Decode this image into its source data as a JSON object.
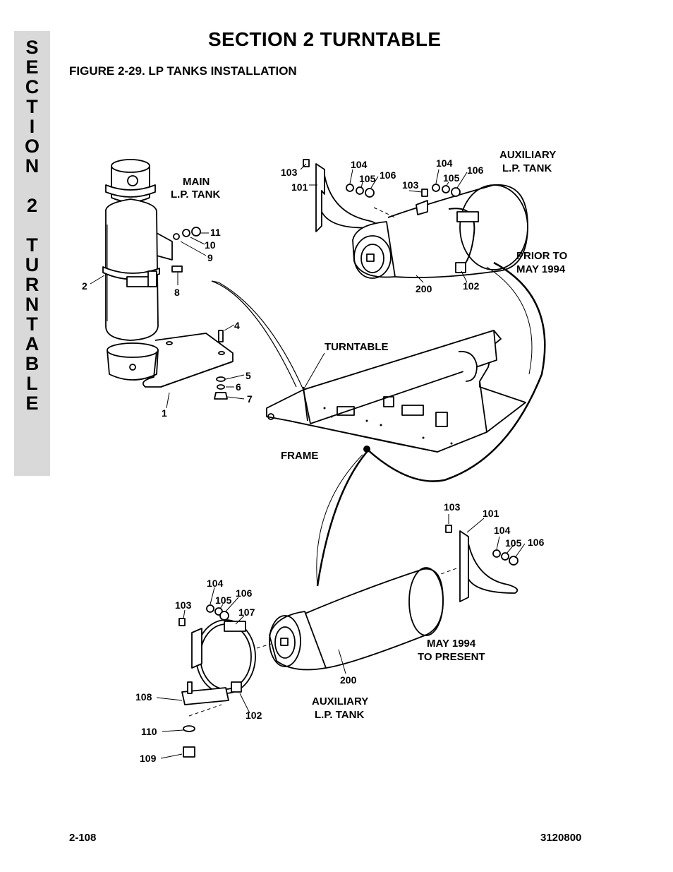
{
  "section_tab": {
    "letters": [
      "S",
      "E",
      "C",
      "T",
      "I",
      "O",
      "N",
      "2",
      "T",
      "U",
      "R",
      "N",
      "T",
      "A",
      "B",
      "L",
      "E"
    ]
  },
  "header": {
    "title": "SECTION 2  TURNTABLE",
    "figure_title": "FIGURE 2-29.  LP TANKS INSTALLATION"
  },
  "diagram": {
    "labels": {
      "main_tank": [
        "MAIN",
        "L.P. TANK"
      ],
      "aux_tank_top": [
        "AUXILIARY",
        "L.P. TANK"
      ],
      "prior_to": [
        "PRIOR TO",
        "MAY 1994"
      ],
      "turntable": "TURNTABLE",
      "frame": "FRAME",
      "may_present": [
        "MAY 1994",
        "TO PRESENT"
      ],
      "aux_tank_bottom": [
        "AUXILIARY",
        "L.P. TANK"
      ]
    },
    "callouts": {
      "main": [
        "11",
        "10",
        "9",
        "8",
        "2",
        "4",
        "5",
        "6",
        "7",
        "1"
      ],
      "top_aux": [
        "103",
        "101",
        "104",
        "105",
        "106",
        "103",
        "104",
        "105",
        "106",
        "200",
        "102"
      ],
      "right_bracket": [
        "103",
        "101",
        "104",
        "105",
        "106"
      ],
      "bottom_aux": [
        "104",
        "106",
        "105",
        "103",
        "107",
        "200",
        "108",
        "102",
        "110",
        "109"
      ]
    }
  },
  "footer": {
    "page_number": "2-108",
    "doc_number": "3120800"
  }
}
